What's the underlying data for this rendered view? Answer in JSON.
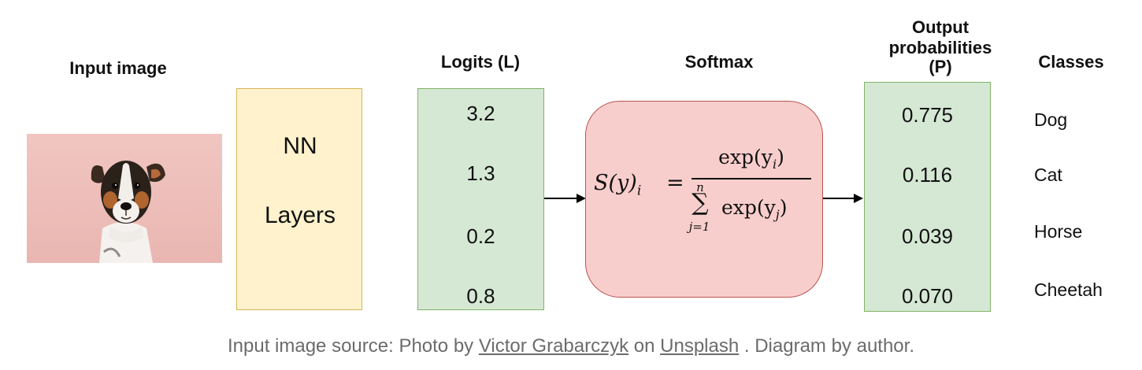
{
  "headers": {
    "input_image": "Input image",
    "logits": "Logits (L)",
    "softmax": "Softmax",
    "output_line1": "Output",
    "output_line2": "probabilities",
    "output_line3": "(P)",
    "classes": "Classes"
  },
  "nn_box": {
    "line1": "NN",
    "line2": "Layers"
  },
  "logits": [
    "3.2",
    "1.3",
    "0.2",
    "0.8"
  ],
  "probabilities": [
    "0.775",
    "0.116",
    "0.039",
    "0.070"
  ],
  "classes": [
    "Dog",
    "Cat",
    "Horse",
    "Cheetah"
  ],
  "formula": {
    "lhs": "S(y)",
    "lhs_sub": "i",
    "equals": "=",
    "numerator": "exp(y",
    "numerator_sub": "i",
    "numerator_close": ")",
    "sum_symbol": "∑",
    "sum_upper": "n",
    "sum_lower": "j=1",
    "denominator": "exp(y",
    "denominator_sub": "j",
    "denominator_close": ")"
  },
  "caption": {
    "prefix": "Input image source: Photo by ",
    "link1": "Victor Grabarczyk",
    "middle": " on ",
    "link2": "Unsplash",
    "suffix": " . Diagram by author."
  },
  "colors": {
    "nn_fill": "#fff2cc",
    "nn_border": "#d6b656",
    "green_fill": "#d5e8d4",
    "green_border": "#82b366",
    "softmax_fill": "#f8cecc",
    "softmax_border": "#b85450",
    "photo_bg": "#edbdb8"
  }
}
